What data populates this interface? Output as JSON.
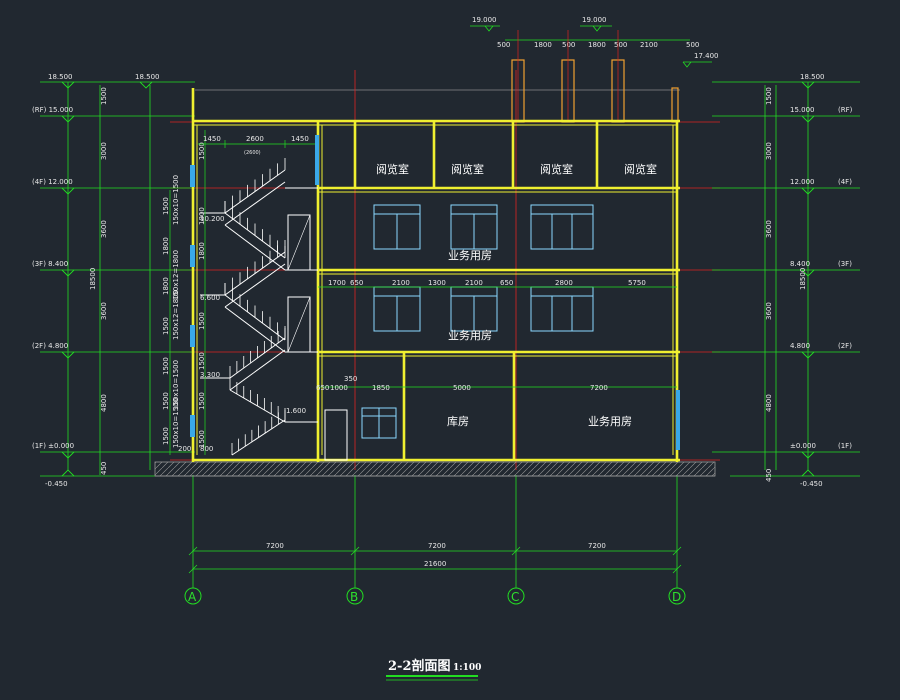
{
  "title": "2-2剖面图",
  "scale": "1:100",
  "levels_left": [
    "18.500",
    "(RF) 15.000",
    "(4F) 12.000",
    "(3F) 8.400",
    "(2F) 4.800",
    "(1F) ±0.000",
    "-0.450"
  ],
  "levels_right": [
    "18.500",
    "15.000",
    "(RF)",
    "12.000",
    "(4F)",
    "8.400",
    "(3F)",
    "4.800",
    "(2F)",
    "±0.000",
    "(1F)",
    "-0.450"
  ],
  "top_levels": [
    "19.000",
    "19.000",
    "17.400",
    "18.500"
  ],
  "top_dims": [
    "500",
    "1800",
    "500",
    "1800",
    "500",
    "2100",
    "500"
  ],
  "left_dims": [
    "1500",
    "3000",
    "3600",
    "3600",
    "4800",
    "450",
    "18500"
  ],
  "right_dims": [
    "1500",
    "3000",
    "3600",
    "3600",
    "4800",
    "450",
    "18500"
  ],
  "stair_dims": [
    "1500",
    "1800",
    "1800",
    "1800",
    "1800",
    "1500",
    "1500",
    "1500",
    "1500",
    "1500",
    "1500",
    "1500"
  ],
  "stair_step_labels": [
    "150x10=1500",
    "150x12=1800",
    "150x12=1800",
    "150x10=1500",
    "150x10=1500"
  ],
  "stair_levels": [
    "10.200",
    "6.600",
    "3.300",
    "1.600"
  ],
  "stair_top_dims": [
    "1450",
    "2600",
    "1450"
  ],
  "stair_top_sub": "(2600)",
  "row3_dims": [
    "1700",
    "650",
    "2100",
    "1300",
    "2100",
    "650",
    "2800",
    "5750"
  ],
  "row1_dims": [
    "650",
    "1000",
    "350",
    "1850",
    "5000",
    "7200"
  ],
  "bottom_small": [
    "200",
    "800"
  ],
  "room_reading": "阅览室",
  "room_office": "业务用房",
  "room_storage": "库房",
  "bay_dims": [
    "7200",
    "7200",
    "7200"
  ],
  "total_dim": "21600",
  "axes": [
    "A",
    "B",
    "C",
    "D"
  ],
  "colors": {
    "wall": "#f0f030",
    "dim": "#22dd22",
    "level": "#22dd22",
    "red": "#dd2222",
    "glass": "#3aa8e8",
    "window": "#8ad8ff",
    "text": "#e8e8e8",
    "bg": "#212830"
  }
}
